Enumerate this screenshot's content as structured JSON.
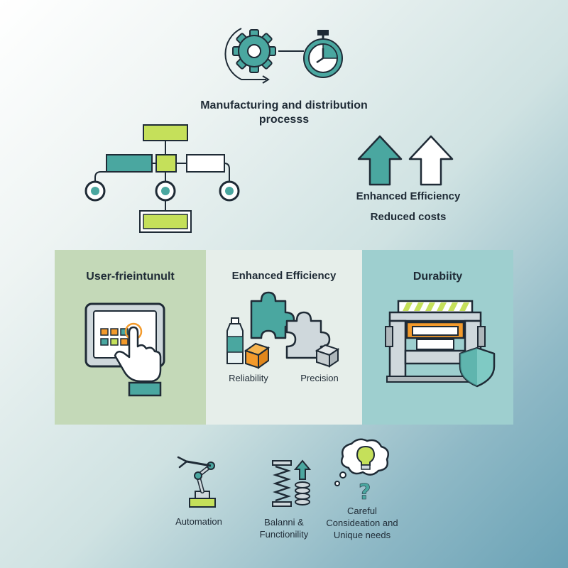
{
  "top": {
    "title_line1": "Manufacturing and distribution",
    "title_line2": "processs"
  },
  "right_block": {
    "line1": "Enhanced Efficiency",
    "line2": "Reduced costs"
  },
  "panels": [
    {
      "title": "User-frieintunult",
      "color": "#c4d9b8"
    },
    {
      "title": "Enhanced Efficiency",
      "color": "#e6eeea",
      "labels": [
        "Reliability",
        "Precision"
      ]
    },
    {
      "title": "Durabiity",
      "color": "#9ecfcf"
    }
  ],
  "bottom": {
    "automation": "Automation",
    "balance_line1": "Balanni &",
    "balance_line2": "Functionility",
    "careful_line1": "Careful",
    "careful_line2": "Consideation and",
    "careful_line3": "Unique needs"
  },
  "colors": {
    "teal": "#4aa7a0",
    "dark": "#1f2b36",
    "lime": "#c5e05a",
    "orange": "#f39a2b",
    "light": "#ffffff"
  }
}
